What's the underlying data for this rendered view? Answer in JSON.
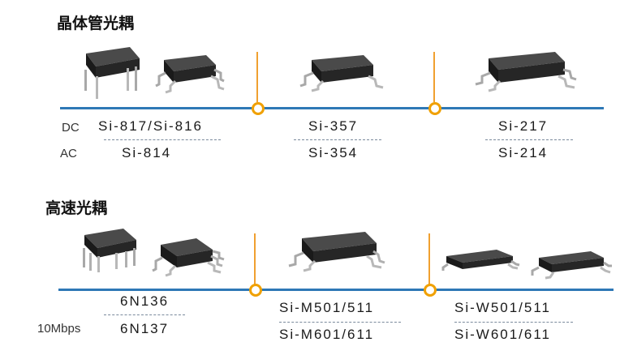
{
  "sections": [
    {
      "title": "晶体管光耦",
      "row_labels": [
        "DC",
        "AC"
      ],
      "groups": [
        {
          "dc": "Si-817/Si-816",
          "ac": "Si-814"
        },
        {
          "dc": "Si-357",
          "ac": "Si-354"
        },
        {
          "dc": "Si-217",
          "ac": "Si-214"
        }
      ]
    },
    {
      "title": "高速光耦",
      "row_labels": [
        "10Mbps"
      ],
      "groups": [
        {
          "dc": "6N136",
          "ac": "6N137"
        },
        {
          "dc": "Si-M501/511",
          "ac": "Si-M601/611"
        },
        {
          "dc": "Si-W501/511",
          "ac": "Si-W601/611"
        }
      ]
    }
  ],
  "colors": {
    "timeline": "#2e78b6",
    "node": "#f0a000",
    "chip_body": "#262626",
    "chip_lead": "#a8a8a8"
  },
  "icons": [
    "dip-chip-icon",
    "smd-chip-icon",
    "sop-chip-icon"
  ]
}
